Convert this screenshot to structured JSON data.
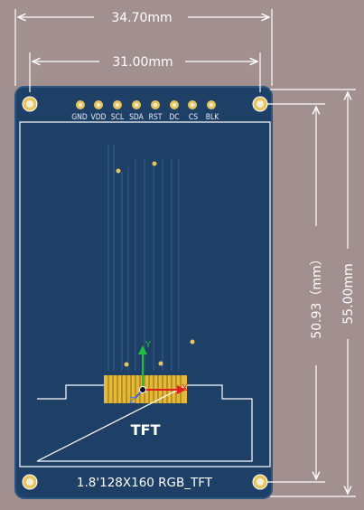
{
  "dimensions": {
    "outer_width": "34.70mm",
    "hole_spacing": "31.00mm",
    "inner_height": "50.93（mm）",
    "outer_height": "55.00mm"
  },
  "pins": [
    "GND",
    "VDD",
    "SCL",
    "SDA",
    "RST",
    "DC",
    "CS",
    "BLK"
  ],
  "display_label": "TFT",
  "model_label": "1.8'128X160 RGB_TFT",
  "axes": {
    "y": "Y",
    "x": "X",
    "z": "Z"
  },
  "colors": {
    "background": "#a28f8f",
    "board": "#1e3f66",
    "board_edge": "#2c5580",
    "pad": "#e7c24a",
    "outline": "#ffffff"
  }
}
